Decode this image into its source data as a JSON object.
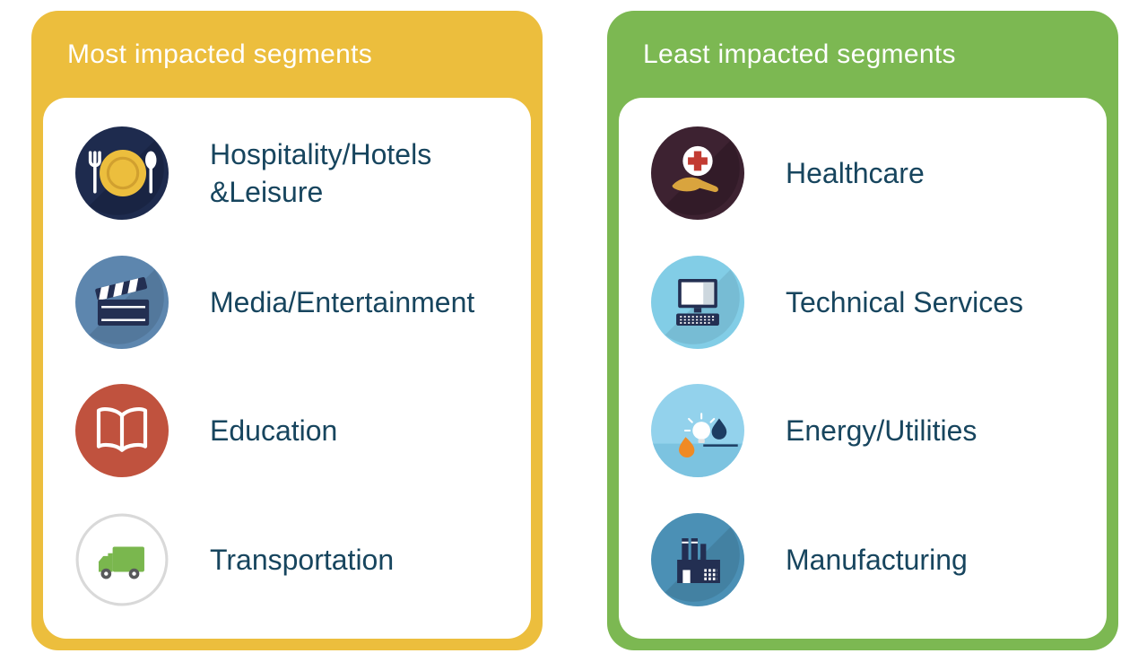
{
  "cards": [
    {
      "title": "Most impacted segments",
      "accent_color": "#ecbe3d",
      "items": [
        {
          "label": "Hospitality/Hotels &Leisure",
          "icon": "dining-icon"
        },
        {
          "label": "Media/Entertainment",
          "icon": "clapperboard-icon"
        },
        {
          "label": "Education",
          "icon": "open-book-icon"
        },
        {
          "label": "Transportation",
          "icon": "truck-icon"
        }
      ]
    },
    {
      "title": "Least impacted segments",
      "accent_color": "#7cb852",
      "items": [
        {
          "label": "Healthcare",
          "icon": "medical-cross-hand-icon"
        },
        {
          "label": "Technical Services",
          "icon": "computer-icon"
        },
        {
          "label": "Energy/Utilities",
          "icon": "energy-icon"
        },
        {
          "label": "Manufacturing",
          "icon": "factory-icon"
        }
      ]
    }
  ],
  "colors": {
    "label_text": "#17455e",
    "header_text": "#ffffff",
    "most_accent": "#ecbe3d",
    "least_accent": "#7cb852"
  }
}
